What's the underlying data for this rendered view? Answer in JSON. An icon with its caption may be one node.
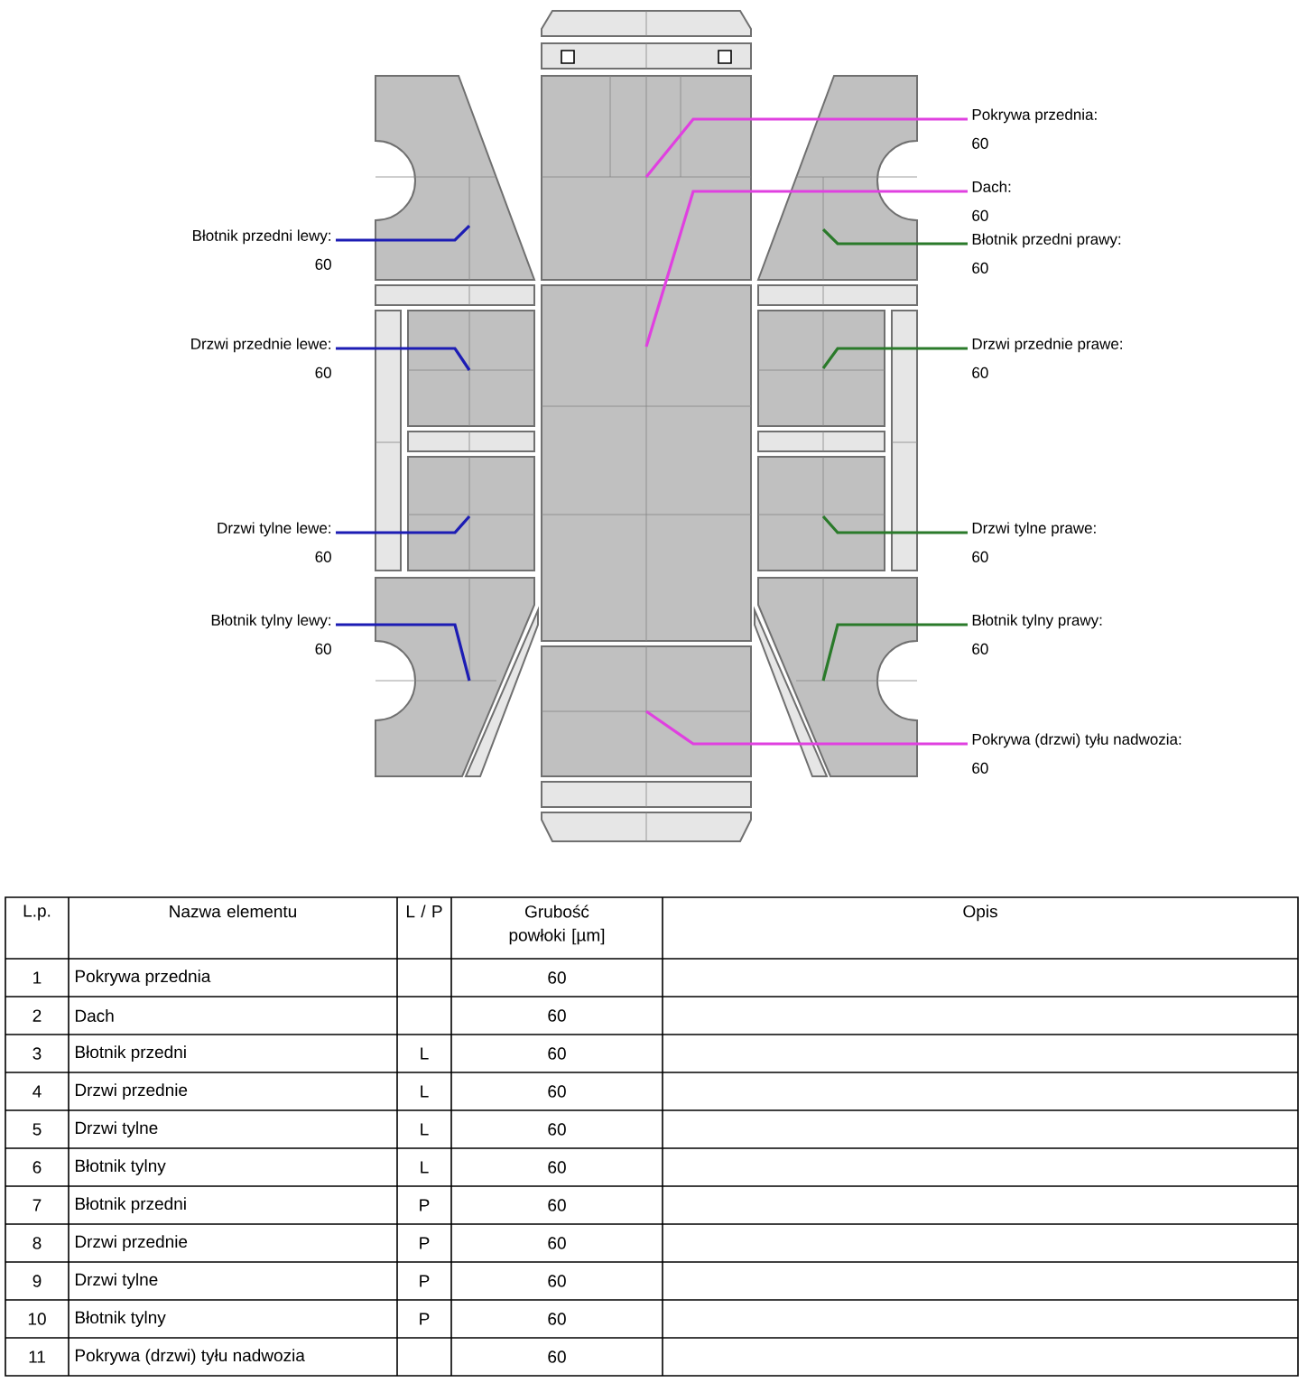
{
  "diagram": {
    "nodes": [
      {
        "text": [
          "Pokrywa przednia:",
          "60"
        ]
      },
      {
        "text": [
          "Dach:",
          "60"
        ]
      },
      {
        "text": [
          "Błotnik przedni lewy:",
          "60"
        ]
      },
      {
        "text": [
          "Błotnik przedni prawy:",
          "60"
        ]
      },
      {
        "text": [
          "Drzwi przednie lewe:",
          "60"
        ]
      },
      {
        "text": [
          "Drzwi przednie prawe:",
          "60"
        ]
      },
      {
        "text": [
          "Drzwi tylne lewe:",
          "60"
        ]
      },
      {
        "text": [
          "Drzwi tylne prawe:",
          "60"
        ]
      },
      {
        "text": [
          "Błotnik tylny lewy:",
          "60"
        ]
      },
      {
        "text": [
          "Błotnik tylny prawy:",
          "60"
        ]
      },
      {
        "text": [
          "Pokrywa (drzwi) tyłu nadwozia:",
          "60"
        ]
      },
      {
        "text": [],
        "shape": "box"
      },
      {
        "text": [],
        "shape": "box"
      },
      {
        "text": [],
        "shape": "box"
      },
      {
        "text": [],
        "shape": "box"
      },
      {
        "text": [],
        "shape": "box"
      },
      {
        "text": [],
        "shape": "box"
      },
      {
        "text": [],
        "shape": "box"
      },
      {
        "text": [],
        "shape": "box"
      },
      {
        "text": [],
        "shape": "box"
      },
      {
        "text": [],
        "shape": "box"
      },
      {
        "text": [],
        "shape": "box"
      }
    ],
    "edges": [
      {
        "from": 0,
        "to": 11,
        "arrow": "none",
        "color": "#e040e0"
      },
      {
        "from": 1,
        "to": 12,
        "arrow": "none",
        "color": "#e040e0"
      },
      {
        "from": 2,
        "to": 13,
        "arrow": "none",
        "color": "#1c1cb4"
      },
      {
        "from": 3,
        "to": 17,
        "arrow": "none",
        "color": "#2a7a2a"
      },
      {
        "from": 4,
        "to": 14,
        "arrow": "none",
        "color": "#1c1cb4"
      },
      {
        "from": 5,
        "to": 18,
        "arrow": "none",
        "color": "#2a7a2a"
      },
      {
        "from": 6,
        "to": 15,
        "arrow": "none",
        "color": "#1c1cb4"
      },
      {
        "from": 7,
        "to": 19,
        "arrow": "none",
        "color": "#2a7a2a"
      },
      {
        "from": 8,
        "to": 16,
        "arrow": "none",
        "color": "#1c1cb4"
      },
      {
        "from": 9,
        "to": 20,
        "arrow": "none",
        "color": "#2a7a2a"
      },
      {
        "from": 10,
        "to": 21,
        "arrow": "none",
        "color": "#e040e0"
      }
    ],
    "labels": [
      "L.p.",
      "Nazwa elementu",
      "L / P",
      "Grubość powłoki [µm]",
      "Opis",
      "1",
      "Pokrywa przednia",
      "60",
      "2",
      "Dach",
      "60",
      "3",
      "Błotnik przedni",
      "L",
      "60",
      "4",
      "Drzwi przednie",
      "L",
      "60",
      "5",
      "Drzwi tylne",
      "L",
      "60",
      "6",
      "Błotnik tylny",
      "L",
      "60",
      "7",
      "Błotnik przedni",
      "P",
      "60",
      "8",
      "Drzwi przednie",
      "P",
      "60",
      "9",
      "Drzwi tylne",
      "P",
      "60",
      "10",
      "Błotnik tylny",
      "P",
      "60",
      "11",
      "Pokrywa (drzwi) tyłu nadwozia",
      "60"
    ]
  }
}
